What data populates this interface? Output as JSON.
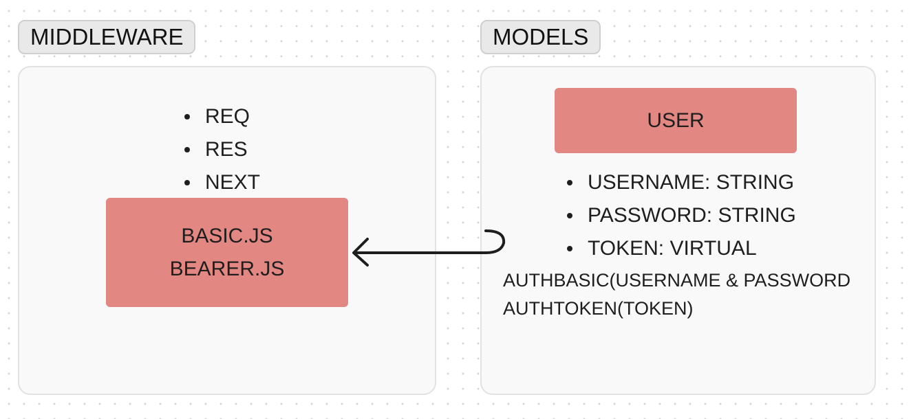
{
  "middleware": {
    "title": "MIDDLEWARE",
    "params": [
      "REQ",
      "RES",
      "NEXT"
    ],
    "files": [
      "BASIC.JS",
      "BEARER.JS"
    ]
  },
  "models": {
    "title": "MODELS",
    "entity": "USER",
    "fields": [
      "USERNAME: STRING",
      "PASSWORD: STRING",
      "TOKEN: VIRTUAL"
    ],
    "methods": [
      "AUTHBASIC(USERNAME & PASSWORD",
      "AUTHTOKEN(TOKEN)"
    ]
  },
  "colors": {
    "box_fill": "#e38783",
    "frame_fill": "#f9f9f9",
    "tag_fill": "#e9e9e9",
    "stroke": "#1e1e1e"
  }
}
